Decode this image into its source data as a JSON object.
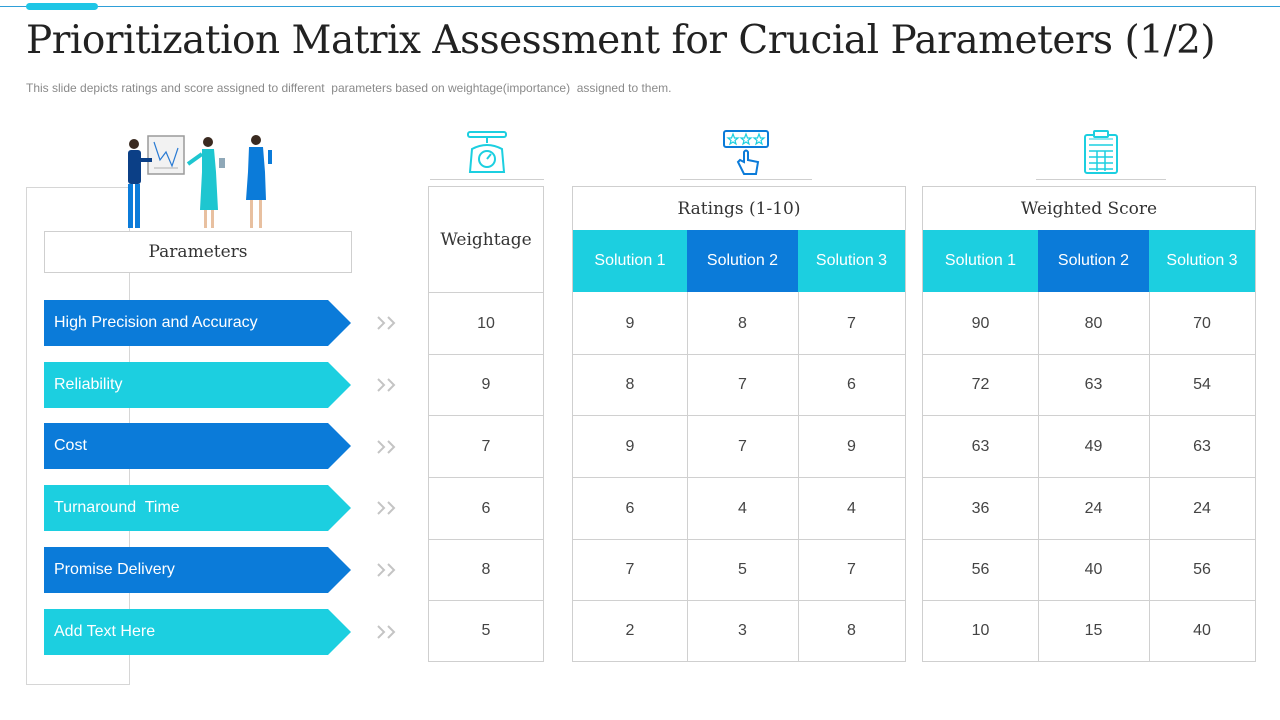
{
  "header": {
    "title": "Prioritization Matrix Assessment for Crucial Parameters (1/2)",
    "subtitle": "This slide depicts ratings and score assigned to different  parameters based on weightage(importance)  assigned to them."
  },
  "colors": {
    "dark_blue": "#0b7bd9",
    "cyan": "#1ccfe0",
    "accent_line": "#2f9fd8"
  },
  "icons": {
    "people": "business-people-illustration",
    "weightage": "weighing-scale-icon",
    "ratings": "star-rating-click-icon",
    "score": "score-board-icon"
  },
  "parameters": {
    "header": "Parameters",
    "items": [
      {
        "label": "High Precision and Accuracy"
      },
      {
        "label": "Reliability"
      },
      {
        "label": "Cost"
      },
      {
        "label": "Turnaround  Time"
      },
      {
        "label": "Promise Delivery"
      },
      {
        "label": "Add Text Here"
      }
    ]
  },
  "weightage": {
    "header": "Weightage",
    "values": [
      "10",
      "9",
      "7",
      "6",
      "8",
      "5"
    ]
  },
  "ratings": {
    "header": "Ratings (1-10)",
    "columns": [
      "Solution 1",
      "Solution 2",
      "Solution 3"
    ],
    "rows": [
      [
        "9",
        "8",
        "7"
      ],
      [
        "8",
        "7",
        "6"
      ],
      [
        "9",
        "7",
        "9"
      ],
      [
        "6",
        "4",
        "4"
      ],
      [
        "7",
        "5",
        "7"
      ],
      [
        "2",
        "3",
        "8"
      ]
    ]
  },
  "weighted": {
    "header": "Weighted Score",
    "columns": [
      "Solution 1",
      "Solution 2",
      "Solution 3"
    ],
    "rows": [
      [
        "90",
        "80",
        "70"
      ],
      [
        "72",
        "63",
        "54"
      ],
      [
        "63",
        "49",
        "63"
      ],
      [
        "36",
        "24",
        "24"
      ],
      [
        "56",
        "40",
        "56"
      ],
      [
        "10",
        "15",
        "40"
      ]
    ]
  }
}
